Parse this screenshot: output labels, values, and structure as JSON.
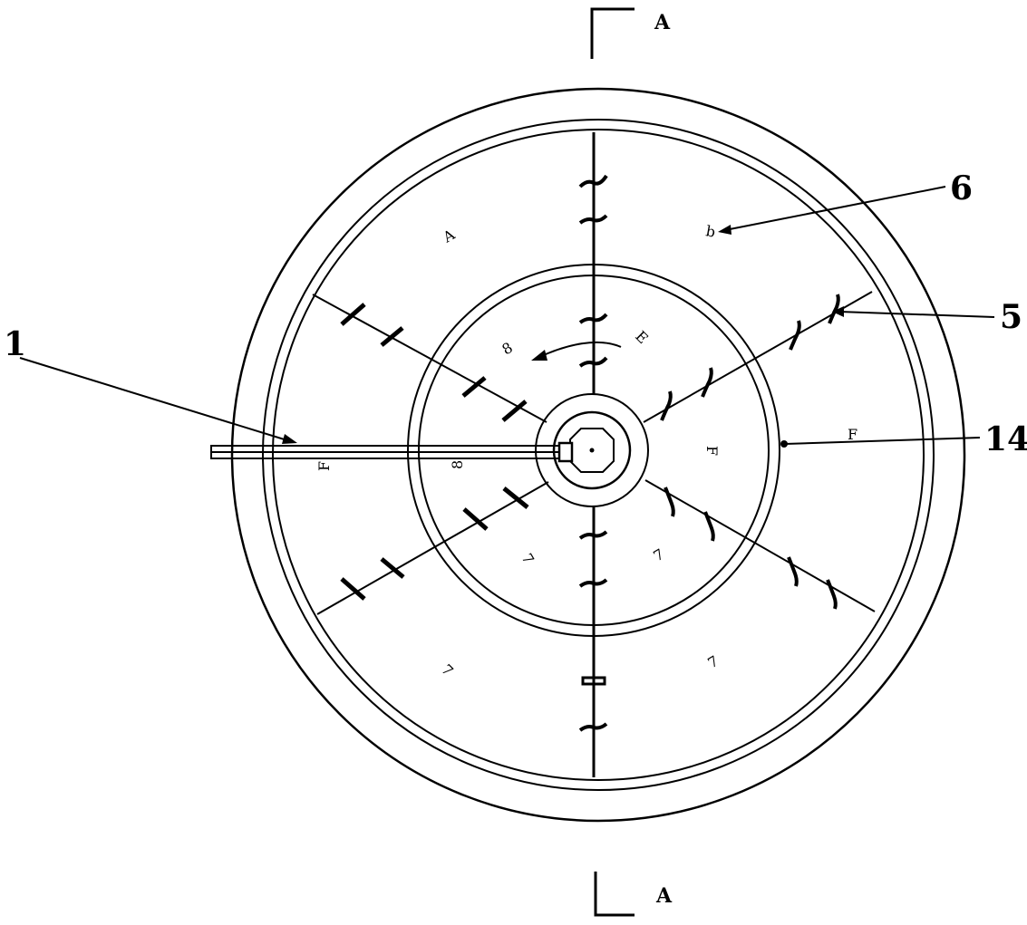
{
  "section_markers": {
    "top": "A",
    "bottom": "A"
  },
  "callouts": {
    "feed_pipe": "1",
    "spoke": "5",
    "outer_zone": "6",
    "inner_ring": "14"
  },
  "zone_marks": [
    "A",
    "8",
    "E",
    "7",
    "8",
    "7",
    "7",
    "7",
    "F",
    "F",
    "F",
    "b"
  ],
  "colors": {
    "line": "#000000",
    "background": "#ffffff"
  }
}
